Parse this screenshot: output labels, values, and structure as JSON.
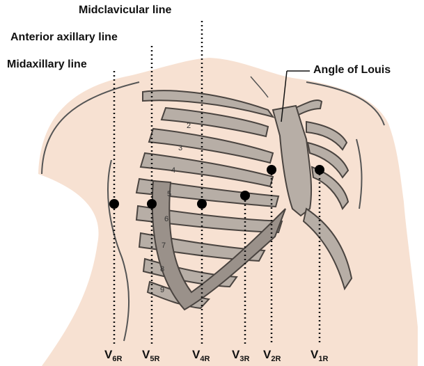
{
  "labels": {
    "midclavicular": "Midclavicular line",
    "anterior_axillary": "Anterior axillary line",
    "midaxillary": "Midaxillary line",
    "angle_of_louis": "Angle of Louis"
  },
  "rib_numbers": [
    "2",
    "3",
    "4",
    "5",
    "6",
    "7",
    "8",
    "9"
  ],
  "leads": [
    {
      "main": "V",
      "sub": "6R"
    },
    {
      "main": "V",
      "sub": "5R"
    },
    {
      "main": "V",
      "sub": "4R"
    },
    {
      "main": "V",
      "sub": "3R"
    },
    {
      "main": "V",
      "sub": "2R"
    },
    {
      "main": "V",
      "sub": "1R"
    }
  ],
  "colors": {
    "skin": "#f7e1d2",
    "rib": "#b7aea6",
    "rib_outline": "#4a4440",
    "electrode": "#000000"
  }
}
